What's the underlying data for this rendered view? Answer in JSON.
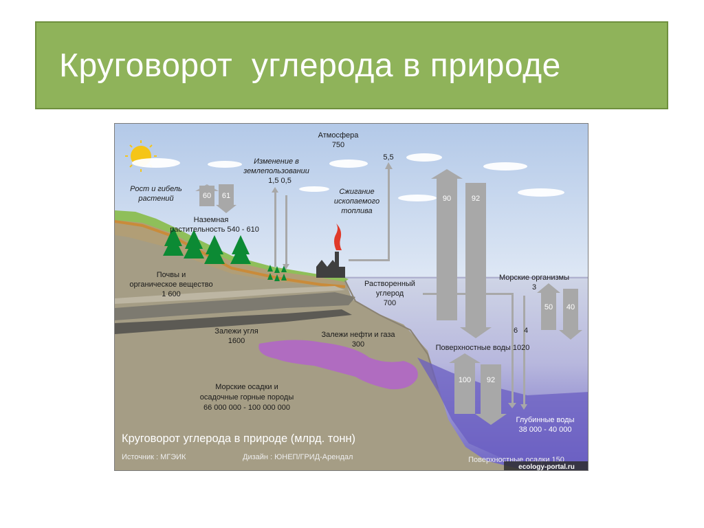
{
  "slide": {
    "title": "Круговорот  углерода в природе"
  },
  "diagram": {
    "atmosphere": [
      "Атмосфера",
      "750"
    ],
    "land_use": [
      "Изменение в",
      "землепользовании",
      "1,5  0,5"
    ],
    "plant_growth": [
      "Рост и гибель",
      "растений"
    ],
    "plant_in": "60",
    "plant_out": "61",
    "vegetation": [
      "Наземная",
      "растительность 540 - 610"
    ],
    "fuel": [
      "Сжигание",
      "ископаемого",
      "топлива"
    ],
    "fuel_value": "5,5",
    "soils": [
      "Почвы и",
      "органическое вещество",
      "1 600"
    ],
    "coal": [
      "Залежи угля",
      "1600"
    ],
    "oil_gas": [
      "Залежи нефти и газа",
      "300"
    ],
    "sediments": [
      "Морские осадки и",
      "осадочные горные породы",
      "66 000 000 - 100 000 000"
    ],
    "dissolved": [
      "Растворенный",
      "углерод",
      "700"
    ],
    "ocean_up": "90",
    "ocean_down": "92",
    "marine_org": [
      "Морские организмы",
      "3"
    ],
    "marine_in": "50",
    "marine_out": "40",
    "flux_64": "6",
    "flux_4": "4",
    "surface_water": "Поверхностные воды 1020",
    "deep_up": "100",
    "deep_down": "92",
    "deep_water": [
      "Глубинные воды",
      "38 000 - 40 000"
    ],
    "caption": "Круговорот углерода в природе (млрд. тонн)",
    "source": "Источник : МГЭИК",
    "design": "Дизайн : ЮНЕП/ГРИД-Арендал",
    "surface_sediments": "Поверхностные осадки 150",
    "watermark": "ecology-portal.ru"
  },
  "colors": {
    "title_bg": "#8fb35a",
    "sky": "#c2d6ef",
    "ocean": "#7b79c6",
    "ground": "#a39a83",
    "oil": "#b06cc0",
    "arrow": "#a8a8a8"
  }
}
